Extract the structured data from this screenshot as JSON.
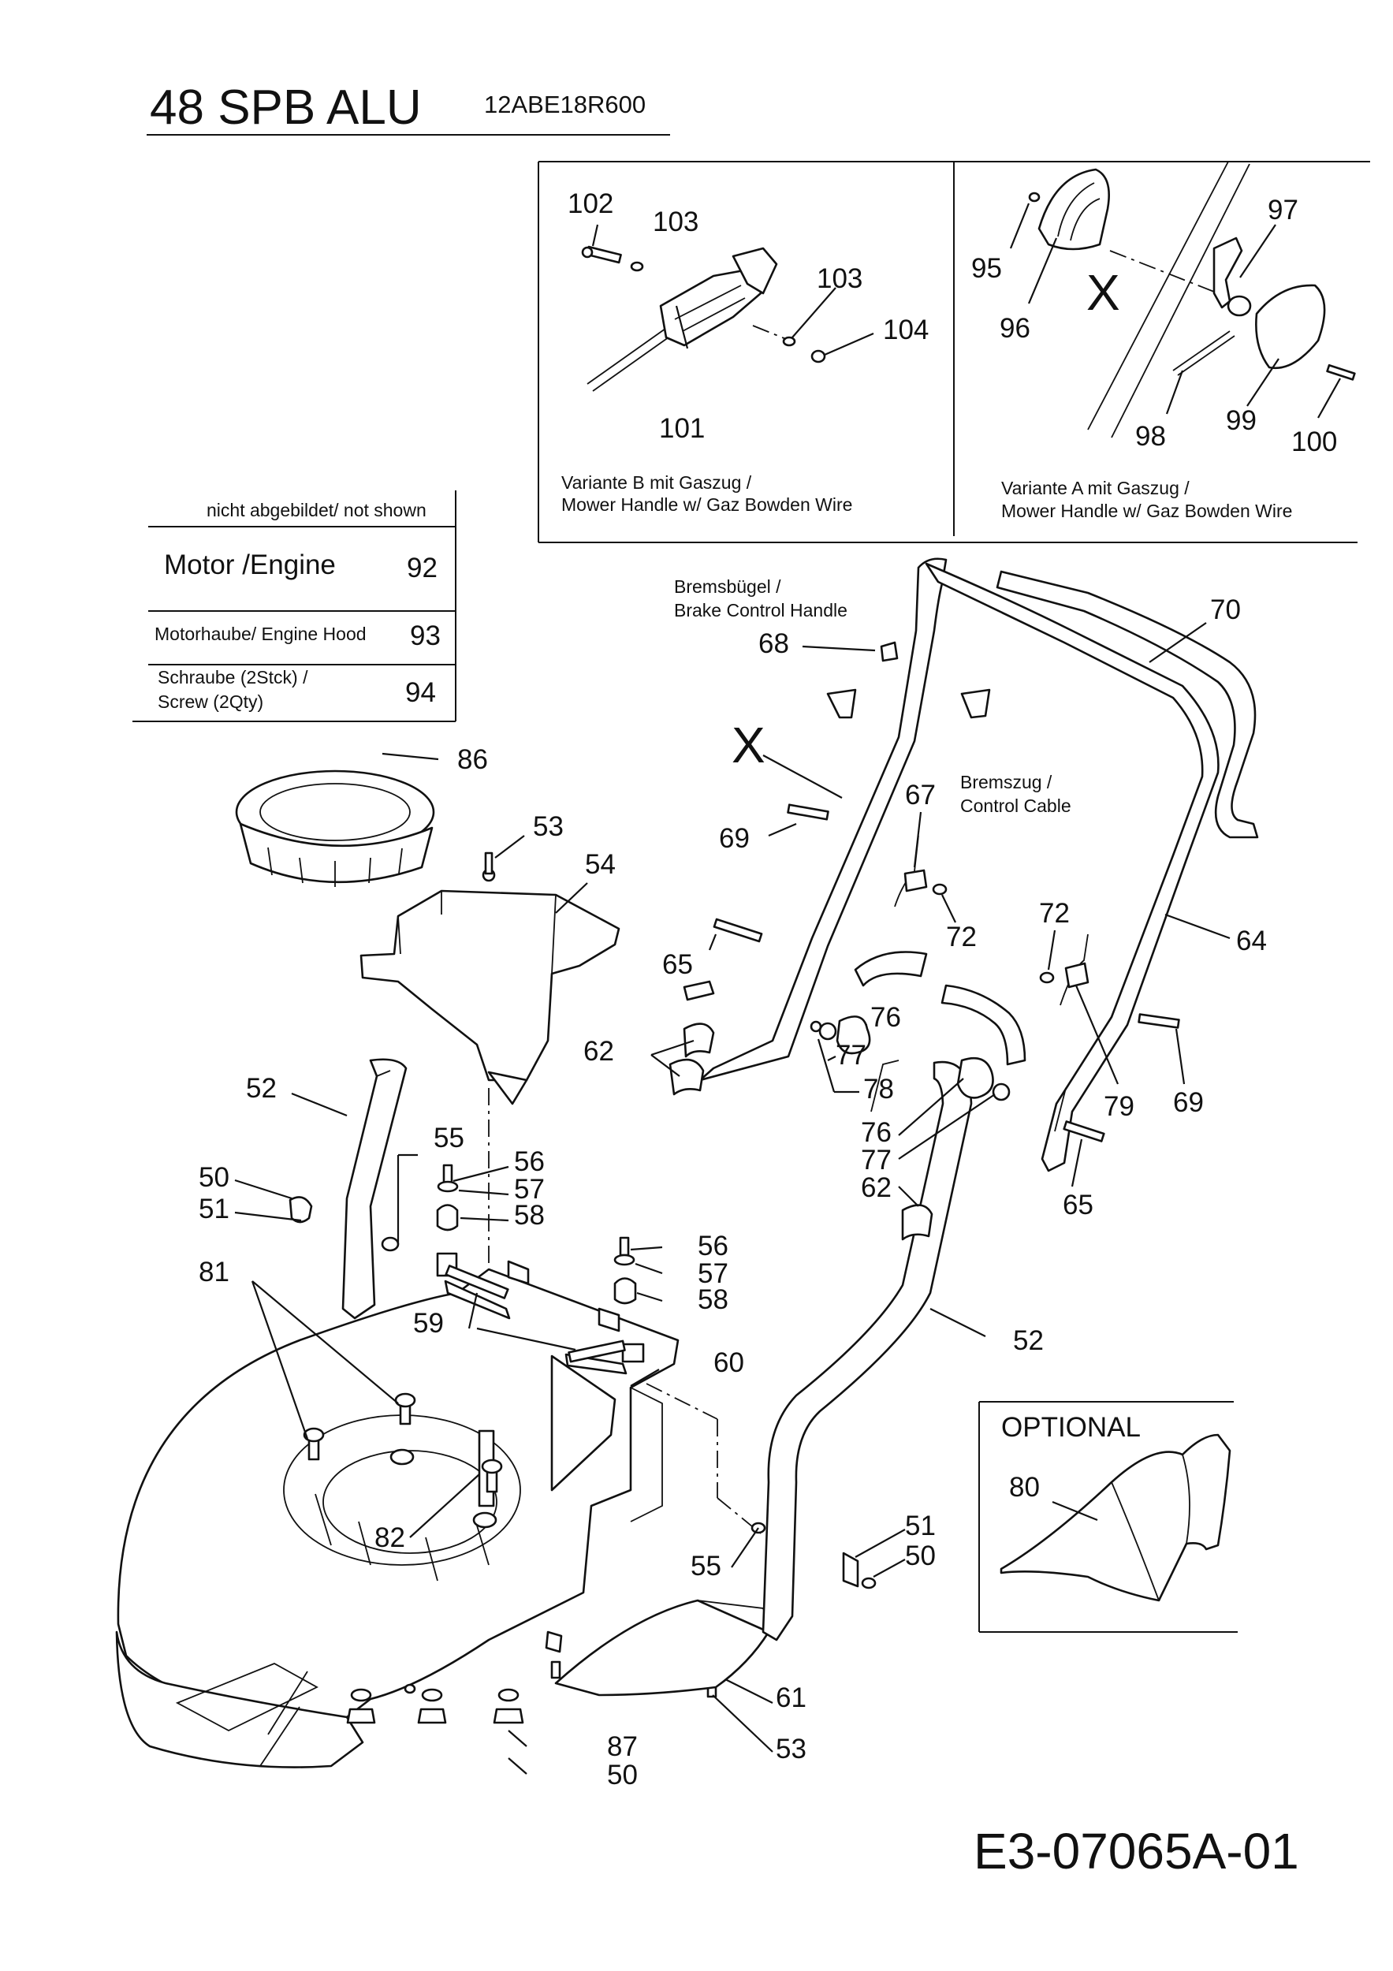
{
  "title": {
    "model": "48 SPB ALU",
    "code": "12ABE18R600"
  },
  "drawing_number": "E3-07065A-01",
  "not_shown": {
    "heading": "nicht abgebildet/ not shown",
    "rows": [
      {
        "label": "Motor /Engine",
        "number": "92"
      },
      {
        "label": "Motorhaube/ Engine Hood",
        "number": "93"
      },
      {
        "label_line1": "Schraube (2Stck) /",
        "label_line2": "Screw (2Qty)",
        "number": "94"
      }
    ]
  },
  "variant_b": {
    "line1": "Variante  B   mit Gaszug /",
    "line2": "Mower Handle w/ Gaz Bowden Wire"
  },
  "variant_a": {
    "line1": "Variante  A   mit Gaszug /",
    "line2": "Mower Handle w/ Gaz Bowden Wire"
  },
  "notes": {
    "brake_handle_1": "Bremsbügel /",
    "brake_handle_2": "Brake Control Handle",
    "control_cable_1": "Bremszug /",
    "control_cable_2": "Control Cable",
    "optional": "OPTIONAL",
    "detail_marker": "X"
  },
  "callouts": [
    "102",
    "103",
    "103",
    "104",
    "101",
    "95",
    "97",
    "96",
    "98",
    "99",
    "100",
    "86",
    "53",
    "54",
    "52",
    "55",
    "56",
    "57",
    "58",
    "50",
    "51",
    "81",
    "59",
    "60",
    "82",
    "56",
    "57",
    "58",
    "87",
    "50",
    "53",
    "61",
    "55",
    "51",
    "50",
    "68",
    "70",
    "69",
    "67",
    "72",
    "72",
    "64",
    "65",
    "62",
    "76",
    "77",
    "78",
    "79",
    "69",
    "76",
    "77",
    "62",
    "65",
    "52",
    "80"
  ]
}
